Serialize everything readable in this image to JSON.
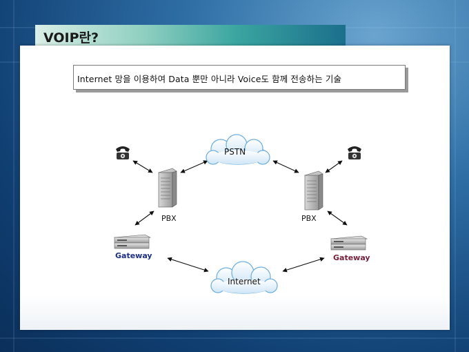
{
  "slide": {
    "title": "VOIP란?",
    "description": "Internet 망을 이용하여 Data 뿐만 아니라 Voice도 함께 전송하는 기술"
  },
  "diagram": {
    "pstn_label": "PSTN",
    "internet_label": "Internet",
    "pbx_left_label": "PBX",
    "pbx_right_label": "PBX",
    "gateway_left_label": "Gateway",
    "gateway_right_label": "Gateway",
    "colors": {
      "gateway_left": "#1c2f8a",
      "gateway_right": "#7a1f3a",
      "title_bar_start": "#d9efe7",
      "title_bar_end": "#1b6f8c"
    }
  }
}
